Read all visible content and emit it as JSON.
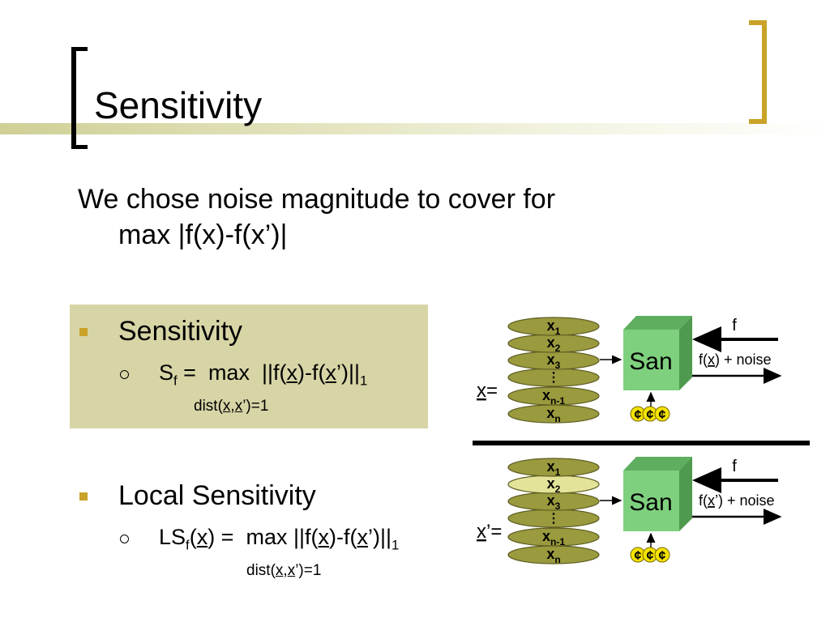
{
  "title": "Sensitivity",
  "intro": {
    "line1": "We chose noise magnitude to cover for",
    "line2": "max |f(x)-f(x’)|"
  },
  "bullets": [
    {
      "heading": "Sensitivity",
      "formula": {
        "lhs": "S",
        "lhs_sub": "f",
        "eq": " =  max  ||f(",
        "x1": "x",
        "mid": ")-f(",
        "x2": "x",
        "tail": "’)||",
        "sub": "1"
      },
      "constraint": {
        "pre": "dist(",
        "a": "x",
        "comma": ",",
        "b": "x",
        "post": "’)=1"
      }
    },
    {
      "heading": "Local Sensitivity",
      "formula": {
        "lhs": "LS",
        "lhs_sub": "f",
        "open": "(",
        "x0": "x",
        "eq": ") =  max ||f(",
        "x1": "x",
        "mid": ")-f(",
        "x2": "x",
        "tail": "’)||",
        "sub": "1"
      },
      "constraint": {
        "pre": "dist(",
        "a": "x",
        "comma": ",",
        "b": "x",
        "post": "’)=1"
      }
    }
  ],
  "diagram": {
    "db_items": [
      "x1",
      "x2",
      "x3",
      "⋮",
      "xn-1",
      "xn"
    ],
    "top": {
      "db_label": "x=",
      "san_label": "San",
      "query_label": "f",
      "output_label": "f(x) + noise",
      "coin_symbol": "¢"
    },
    "bottom": {
      "db_label": "x’=",
      "san_label": "San",
      "query_label": "f",
      "output_label": "f(x’) + noise",
      "coin_symbol": "¢"
    }
  },
  "colors": {
    "accent": "#c9a227",
    "panel": "#d7d5a6",
    "disk": "#9a9a3e",
    "disk_highlight": "#e3e399",
    "san": "#7ed07e",
    "coin": "#f2e200"
  }
}
